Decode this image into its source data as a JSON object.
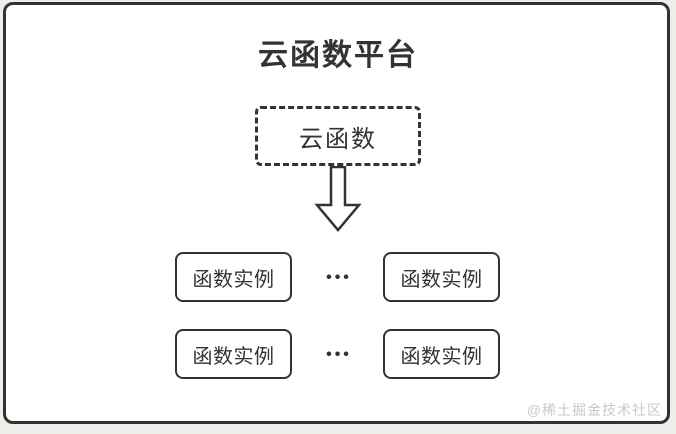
{
  "diagram": {
    "title": "云函数平台",
    "cloud_function": {
      "label": "云函数"
    },
    "ellipsis_row1": "•••",
    "ellipsis_row2": "•••",
    "instances": [
      "函数实例",
      "函数实例",
      "函数实例",
      "函数实例"
    ]
  },
  "watermark": {
    "text": "@稀土掘金技术社区"
  },
  "colors": {
    "border": "#333333",
    "text": "#333333",
    "watermark": "#c9c9c9",
    "card_bg": "#ffffff",
    "page_bg": "#efedea"
  }
}
